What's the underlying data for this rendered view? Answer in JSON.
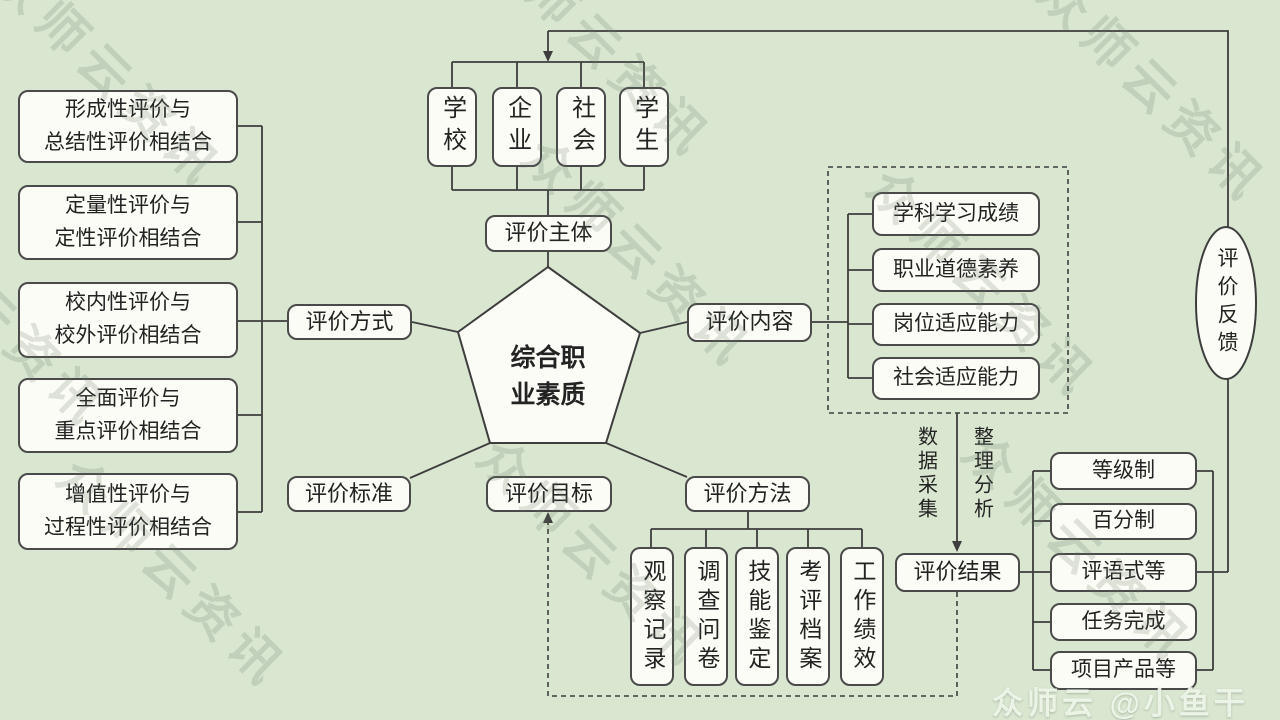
{
  "pentagon": {
    "label": "综合职\n业素质"
  },
  "subject": {
    "label": "评价主体",
    "items": [
      "学校",
      "企业",
      "社会",
      "学生"
    ]
  },
  "mode": {
    "label": "评价方式",
    "items": [
      "形成性评价与\n总结性评价相结合",
      "定量性评价与\n定性评价相结合",
      "校内性评价与\n校外评价相结合",
      "全面评价与\n重点评价相结合",
      "增值性评价与\n过程性评价相结合"
    ]
  },
  "standard": {
    "label": "评价标准"
  },
  "goal": {
    "label": "评价目标"
  },
  "content": {
    "label": "评价内容",
    "items": [
      "学科学习成绩",
      "职业道德素养",
      "岗位适应能力",
      "社会适应能力"
    ]
  },
  "method": {
    "label": "评价方法",
    "items": [
      "观察记录",
      "调查问卷",
      "技能鉴定",
      "考评档案",
      "工作绩效"
    ]
  },
  "result": {
    "label": "评价结果",
    "items": [
      "等级制",
      "百分制",
      "评语式等",
      "任务完成",
      "项目产品等"
    ]
  },
  "feedback": {
    "label": "评价反馈"
  },
  "process": {
    "collect": "数据采集",
    "analyze": "整理分析"
  },
  "watermark": {
    "text": "众师云资讯",
    "signature": "众师云 @小鱼干"
  },
  "colors": {
    "background": "#d9e6d0",
    "node_fill": "#fcfcf6",
    "line": "#3e3e3e"
  }
}
